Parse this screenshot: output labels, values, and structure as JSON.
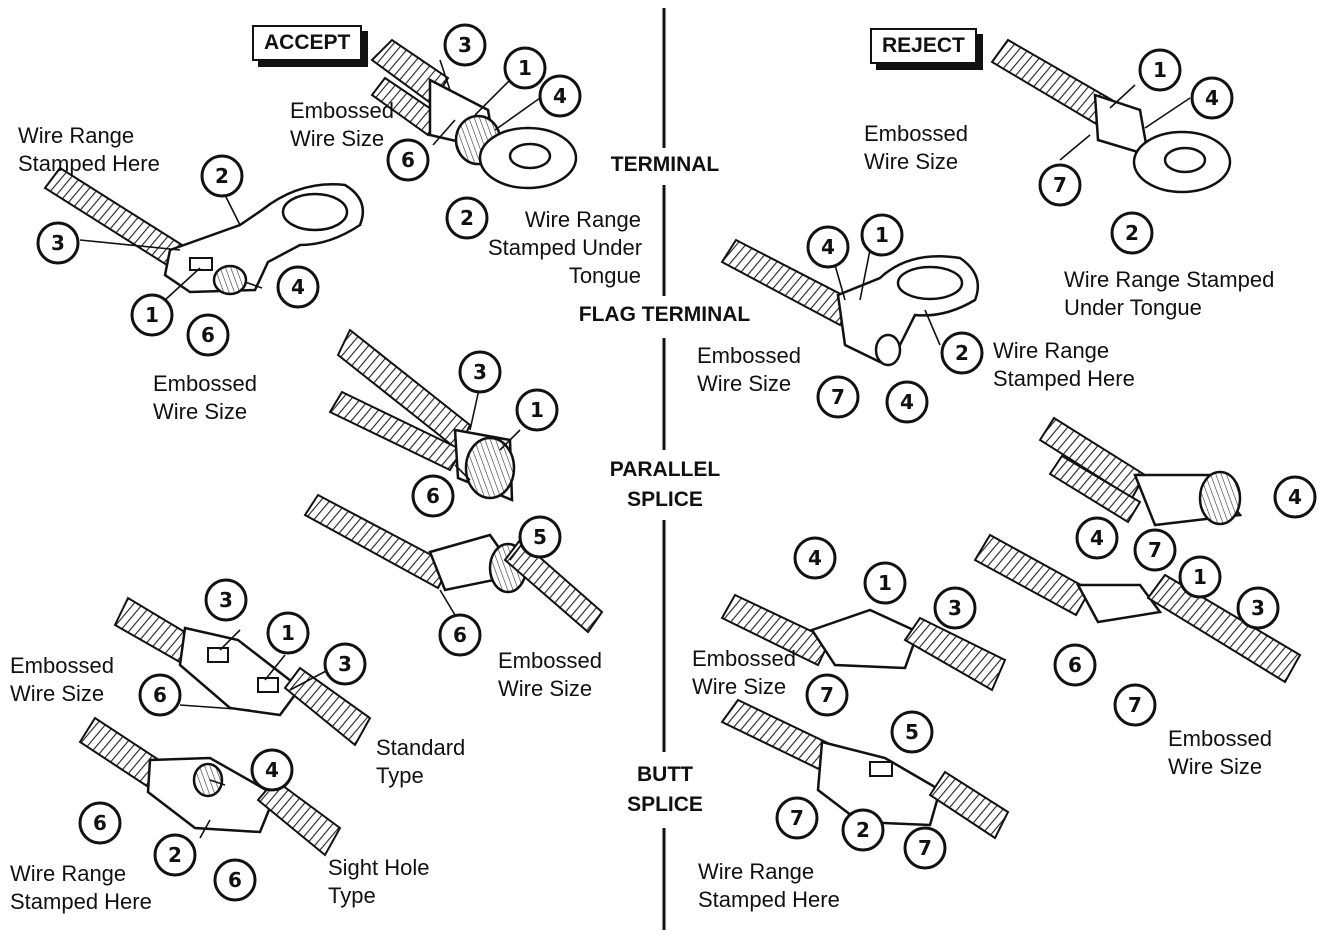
{
  "headers": {
    "accept": "ACCEPT",
    "reject": "REJECT"
  },
  "sections": {
    "terminal": "TERMINAL",
    "flag_terminal": "FLAG TERMINAL",
    "parallel_splice": [
      "PARALLEL",
      "SPLICE"
    ],
    "butt_splice": [
      "BUTT",
      "SPLICE"
    ]
  },
  "labels": {
    "wire_range_stamped_here": [
      "Wire Range",
      "Stamped Here"
    ],
    "embossed_wire_size": [
      "Embossed",
      "Wire Size"
    ],
    "wire_range_stamped_under_tongue_3line": [
      "Wire Range",
      "Stamped Under",
      "Tongue"
    ],
    "wire_range_stamped_under_tongue_2line": [
      "Wire Range Stamped",
      "Under Tongue"
    ],
    "standard_type": [
      "Standard",
      "Type"
    ],
    "sight_hole_type": [
      "Sight Hole",
      "Type"
    ]
  },
  "callouts": {
    "flag_accept": [
      "2",
      "3",
      "1",
      "6",
      "4"
    ],
    "terminal_accept": [
      "3",
      "1",
      "4",
      "6",
      "2"
    ],
    "terminal_reject": [
      "1",
      "4",
      "7",
      "2"
    ],
    "flag_reject": [
      "4",
      "1",
      "2",
      "7",
      "4"
    ],
    "parallel_accept": [
      "3",
      "1",
      "6",
      "5",
      "6"
    ],
    "parallel_reject": [
      "4",
      "7"
    ],
    "butt_accept_standard": [
      "3",
      "1",
      "3",
      "6"
    ],
    "butt_accept_sight": [
      "4",
      "6",
      "2",
      "6"
    ],
    "butt_reject_a": [
      "4",
      "1",
      "3",
      "7"
    ],
    "butt_reject_b": [
      "4",
      "1",
      "3",
      "6",
      "7"
    ],
    "butt_reject_c": [
      "5",
      "7",
      "2",
      "7"
    ]
  }
}
